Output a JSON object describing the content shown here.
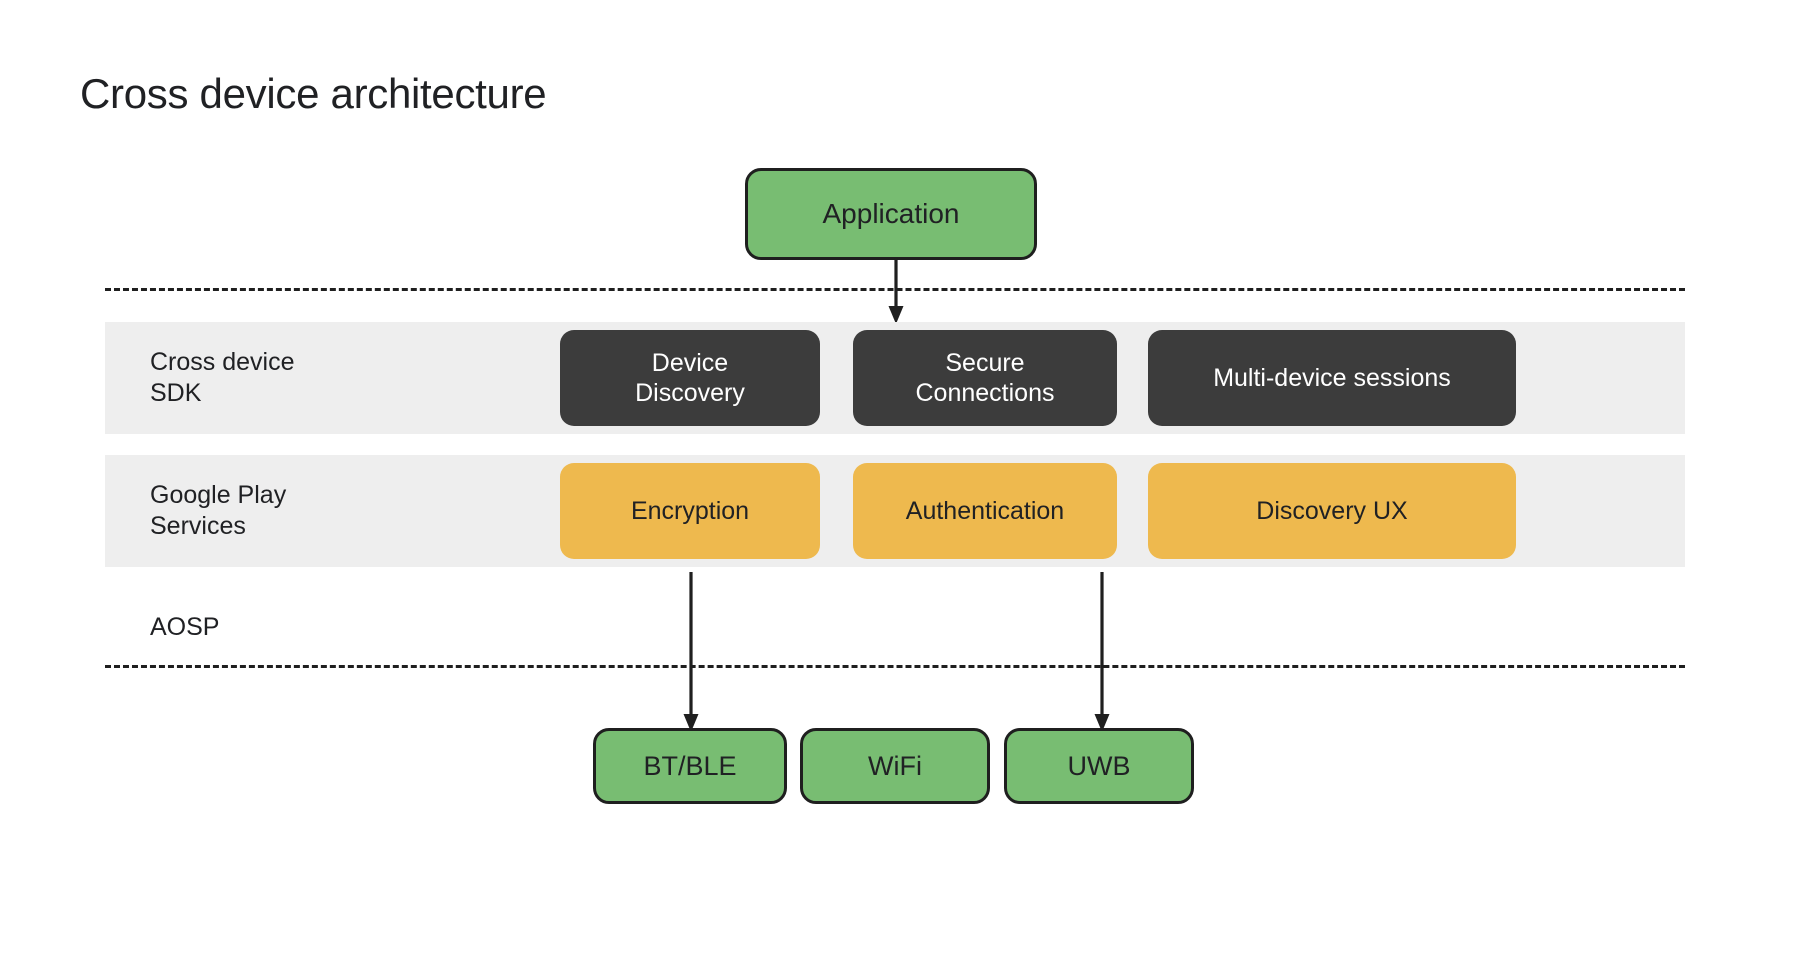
{
  "title": "Cross device architecture",
  "colors": {
    "green": "#78bd72",
    "amber": "#eeb94e",
    "dark_chip": "#3c3c3c",
    "band_gray": "#eeeeee",
    "outline": "#1f1f1f",
    "text": "#202124"
  },
  "top_node": {
    "label": "Application"
  },
  "layers": [
    {
      "name": "cross-device-sdk",
      "label": "Cross device\nSDK",
      "style": "dark",
      "chips": [
        {
          "label": "Device\nDiscovery"
        },
        {
          "label": "Secure\nConnections"
        },
        {
          "label": "Multi-device sessions"
        }
      ]
    },
    {
      "name": "google-play-services",
      "label": "Google Play\nServices",
      "style": "amber",
      "chips": [
        {
          "label": "Encryption"
        },
        {
          "label": "Authentication"
        },
        {
          "label": "Discovery UX"
        }
      ]
    }
  ],
  "aosp_label": "AOSP",
  "transports": [
    {
      "label": "BT/BLE"
    },
    {
      "label": "WiFi"
    },
    {
      "label": "UWB"
    }
  ],
  "arrows": [
    {
      "name": "application-to-sdk",
      "from": "Application",
      "to": "Secure Connections"
    },
    {
      "name": "encryption-to-btble",
      "from": "Encryption",
      "to": "BT/BLE"
    },
    {
      "name": "discovery-ux-to-uwb",
      "from": "Discovery UX",
      "to": "UWB"
    }
  ]
}
